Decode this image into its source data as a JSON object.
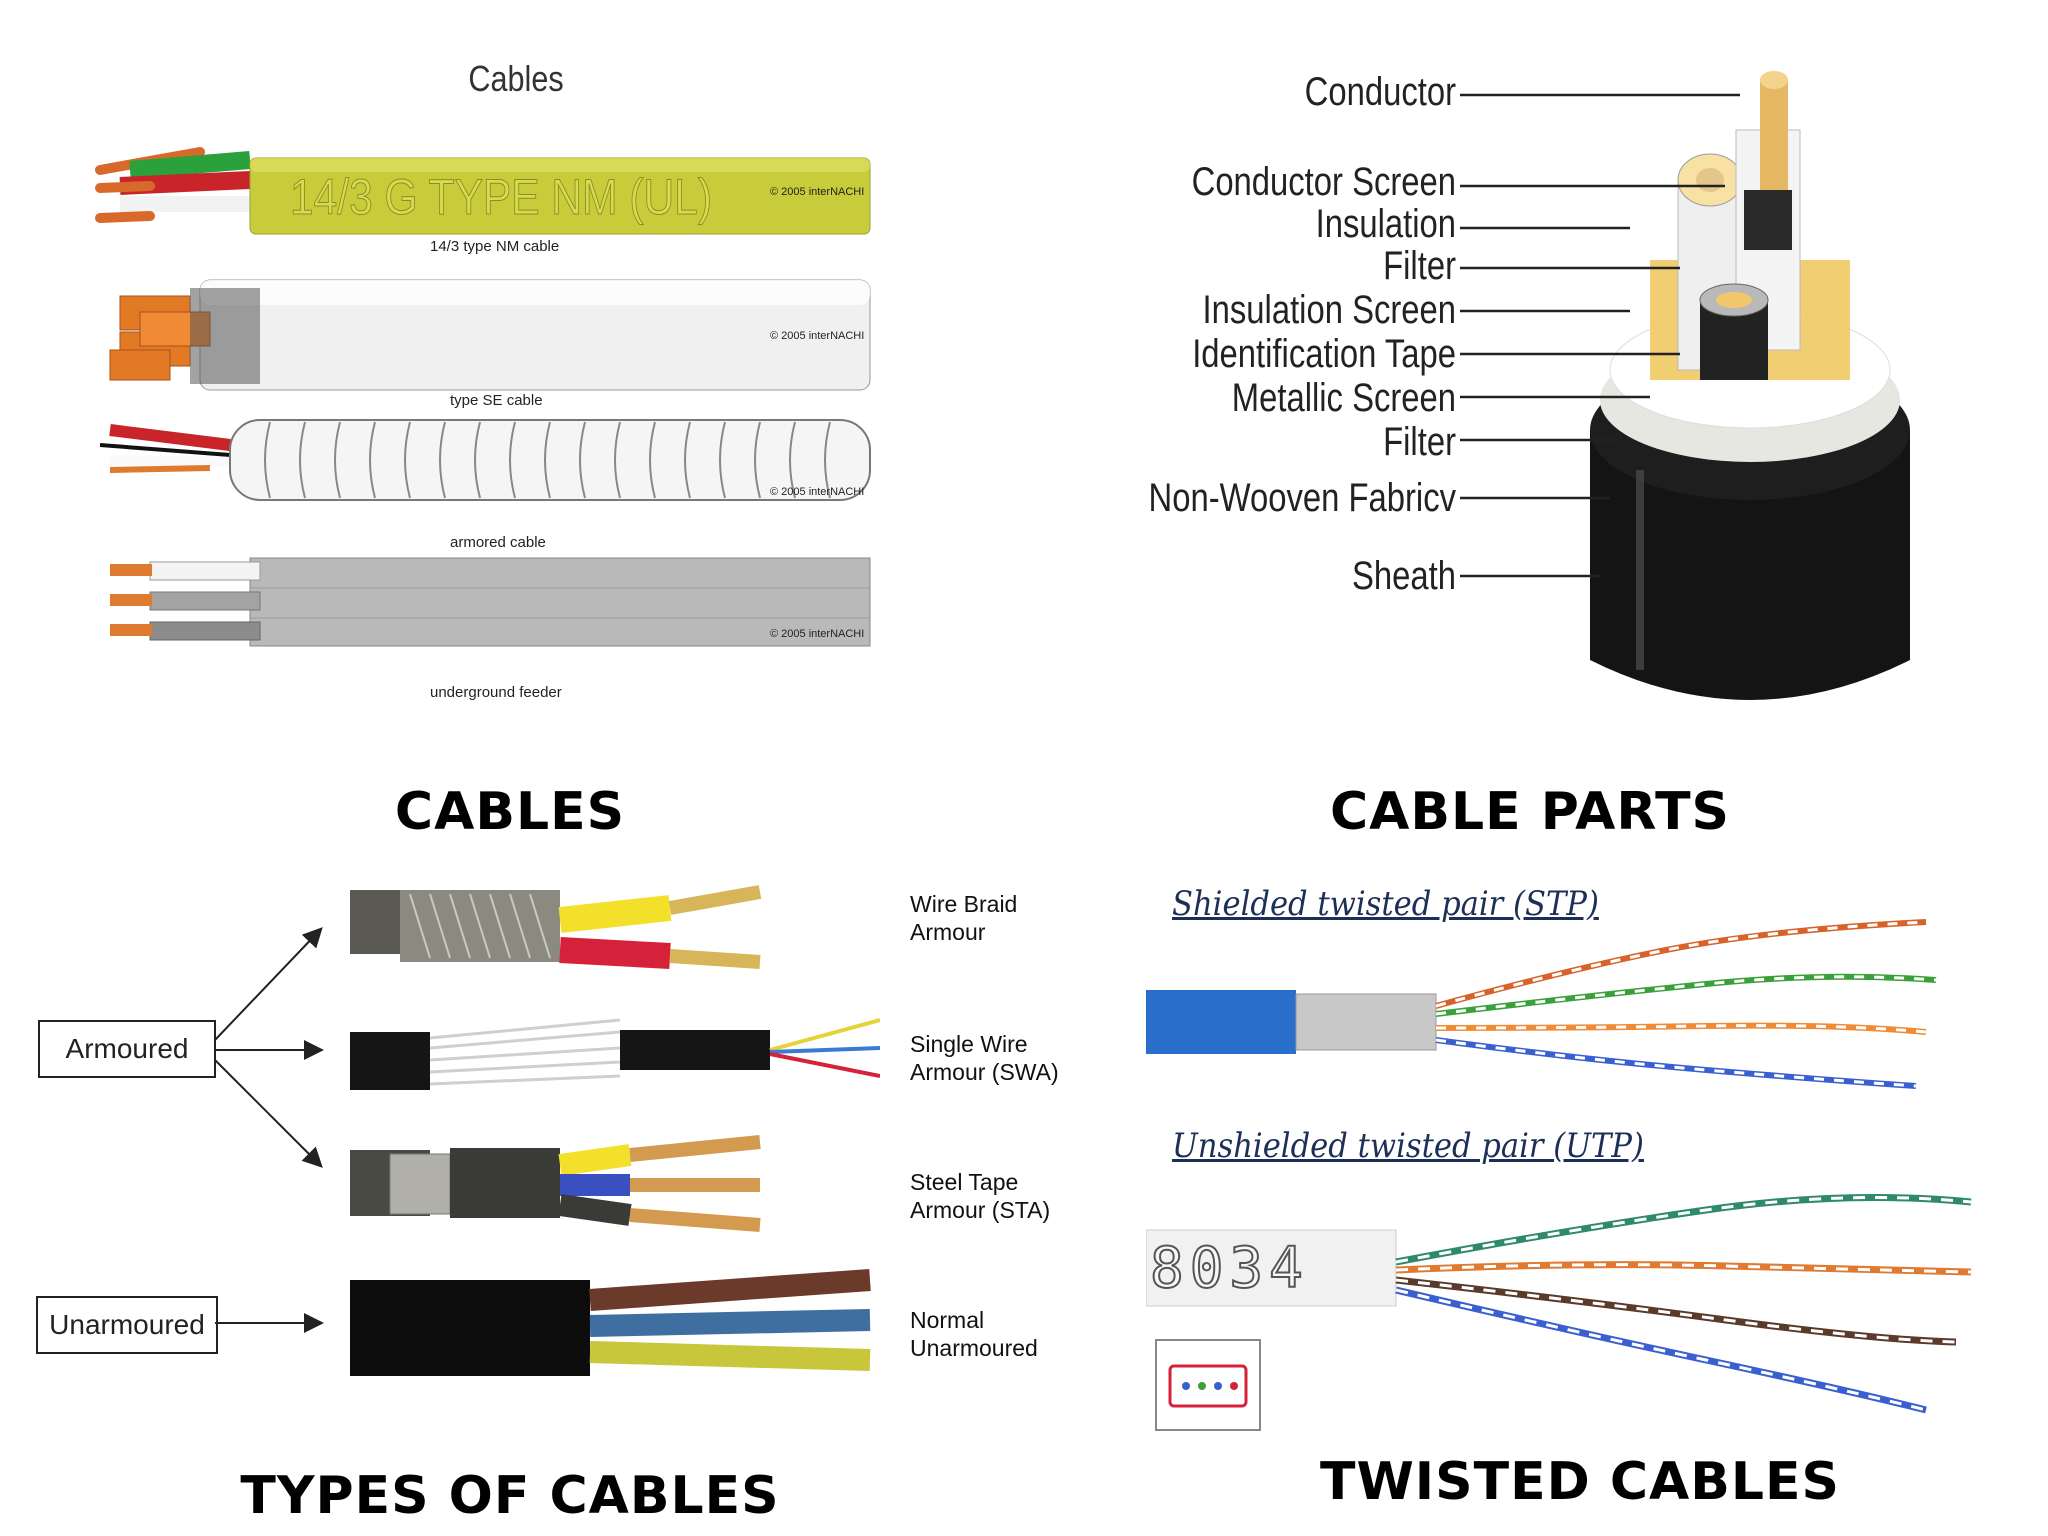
{
  "headings": {
    "cables": "CABLES",
    "cable_parts": "CABLE PARTS",
    "types_of_cables": "TYPES OF CABLES",
    "twisted_cables": "TWISTED CABLES"
  },
  "cables_panel": {
    "title": "Cables",
    "nm_print": "14/3 G TYPE NM (UL)",
    "copyright": "© 2005 interNACHI",
    "captions": [
      "14/3 type NM cable",
      "type SE cable",
      "armored cable",
      "underground feeder"
    ]
  },
  "cable_parts": {
    "labels": [
      "Conductor",
      "Conductor Screen",
      "Insulation",
      "Filter",
      "Insulation Screen",
      "Identification Tape",
      "Metallic Screen",
      "Filter",
      "Non-Wooven Fabricv",
      "Sheath"
    ]
  },
  "types": {
    "armoured_box": "Armoured",
    "unarmoured_box": "Unarmoured",
    "labels": [
      {
        "line1": "Wire Braid",
        "line2": "Armour"
      },
      {
        "line1": "Single Wire",
        "line2": "Armour (SWA)"
      },
      {
        "line1": "Steel Tape",
        "line2": "Armour (STA)"
      },
      {
        "line1": "Normal",
        "line2": "Unarmoured"
      }
    ]
  },
  "twisted": {
    "stp_title": "Shielded twisted pair (STP)",
    "utp_title": "Unshielded twisted pair (UTP)",
    "utp_print": "8034"
  },
  "colors": {
    "nm_jacket": "#c9cc3a",
    "copper": "#e07a30",
    "sheath_black": "#1c1c1c",
    "stp_blue": "#2a6fc9",
    "title_navy": "#1c2f57"
  }
}
